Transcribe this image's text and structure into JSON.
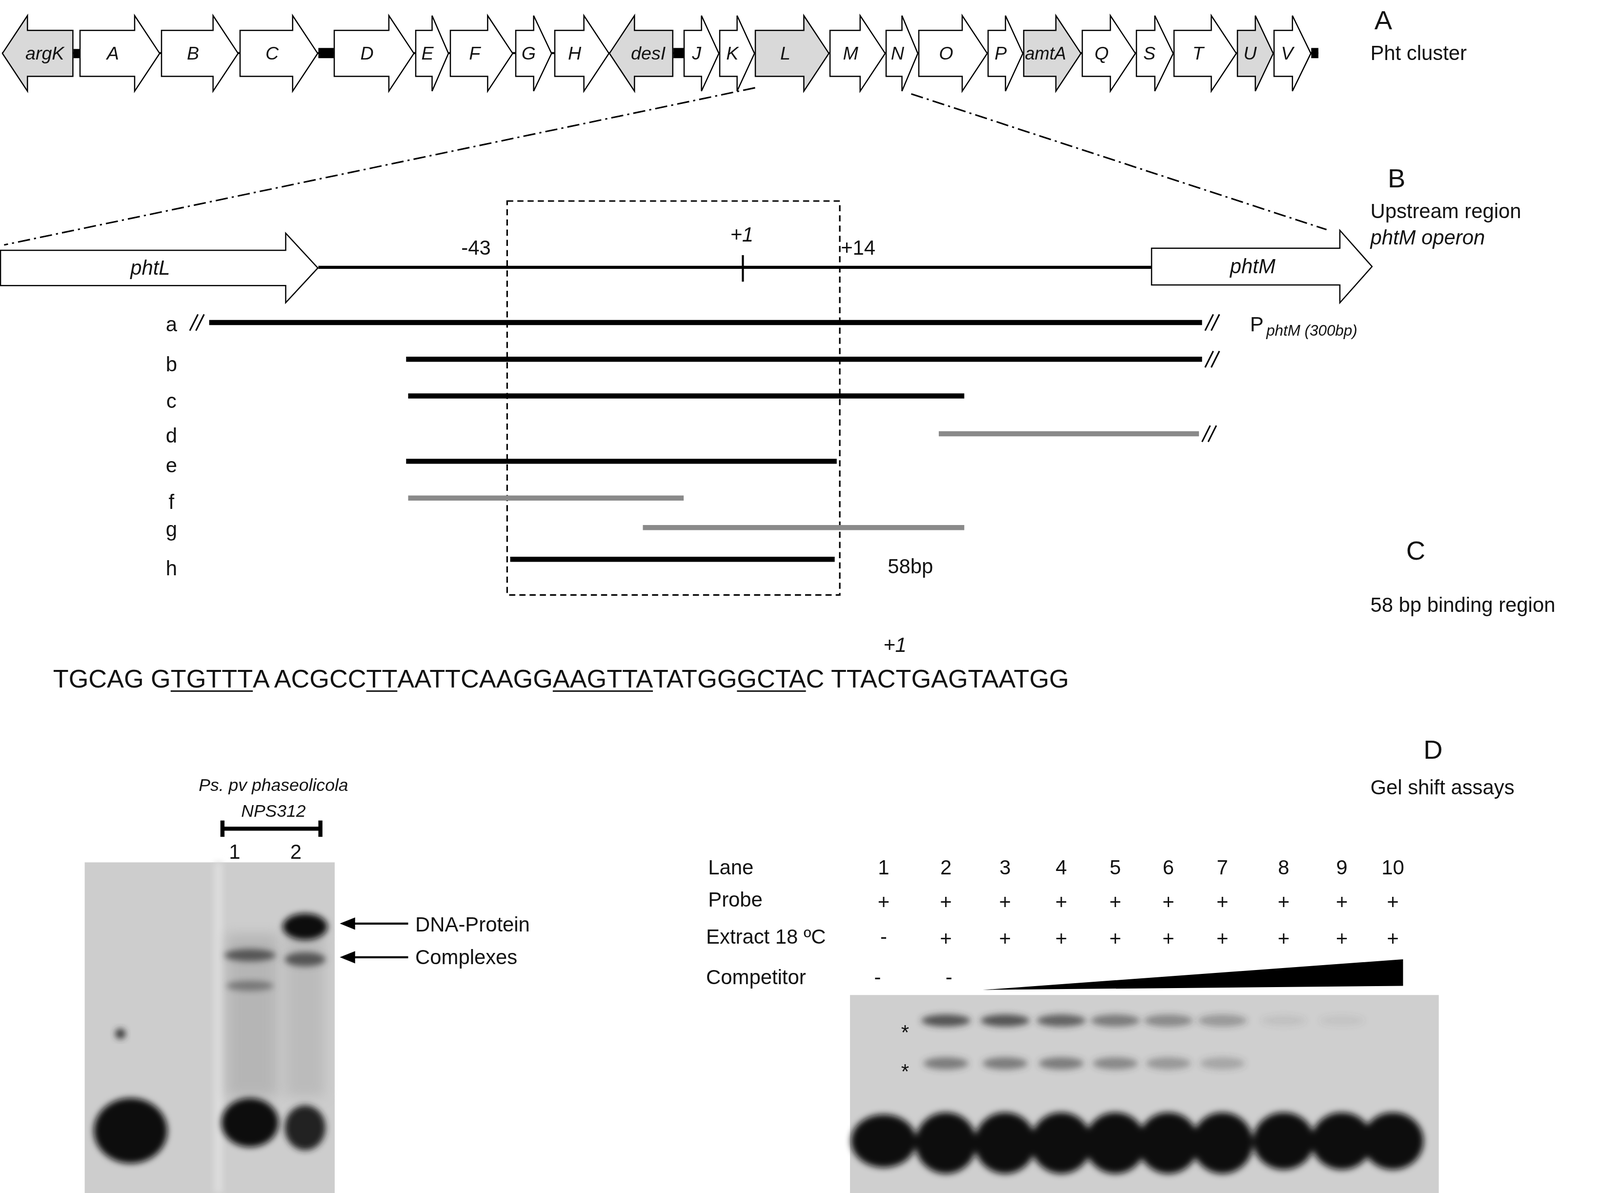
{
  "diagram": {
    "nodes": [
      {
        "text": [
          "argK"
        ]
      },
      {
        "text": [
          "A"
        ]
      },
      {
        "text": [
          "B"
        ]
      },
      {
        "text": [
          "C"
        ]
      },
      {
        "text": [
          "D"
        ]
      },
      {
        "text": [
          "E"
        ]
      },
      {
        "text": [
          "F"
        ]
      },
      {
        "text": [
          "G"
        ]
      },
      {
        "text": [
          "H"
        ]
      },
      {
        "text": [
          "desI"
        ]
      },
      {
        "text": [
          "J"
        ]
      },
      {
        "text": [
          "K"
        ]
      },
      {
        "text": [
          "L"
        ]
      },
      {
        "text": [
          "M"
        ]
      },
      {
        "text": [
          "N"
        ]
      },
      {
        "text": [
          "O"
        ]
      },
      {
        "text": [
          "P"
        ]
      },
      {
        "text": [
          "amtA"
        ]
      },
      {
        "text": [
          "Q"
        ]
      },
      {
        "text": [
          "S"
        ]
      },
      {
        "text": [
          "T"
        ]
      },
      {
        "text": [
          "U"
        ]
      },
      {
        "text": [
          "V"
        ]
      },
      {
        "text": [
          "phtL"
        ]
      },
      {
        "text": [
          "phtM"
        ]
      }
    ],
    "labels": [
      "A",
      "Pht cluster",
      "B",
      "Upstream region",
      "phtM operon",
      "-43",
      "+1",
      "+14",
      "a",
      "b",
      "c",
      "d",
      "e",
      "f",
      "g",
      "h",
      "P",
      "phtM (300bp)",
      "58bp",
      "C",
      "58 bp binding region",
      "+1",
      "TGCAG G",
      "TGTTT",
      "A ACGCC",
      "TT",
      "AATTCAAGG",
      "AAGTTA",
      "TATGG",
      "GCTA",
      "C TTACTGAGTAATGG",
      "D",
      "Gel shift assays",
      "Ps. pv phaseolicola",
      "NPS312",
      "1",
      "2",
      "DNA-Protein",
      "Complexes",
      "Lane",
      "1",
      "2",
      "3",
      "4",
      "5",
      "6",
      "7",
      "8",
      "9",
      "10",
      "Probe",
      "+",
      "+",
      "+",
      "+",
      "+",
      "+",
      "+",
      "+",
      "+",
      "+",
      "Extract 18 ºC",
      "-",
      "+",
      "+",
      "+",
      "+",
      "+",
      "+",
      "+",
      "+",
      "+",
      "Competitor",
      "-",
      "-",
      "*",
      "*"
    ]
  }
}
